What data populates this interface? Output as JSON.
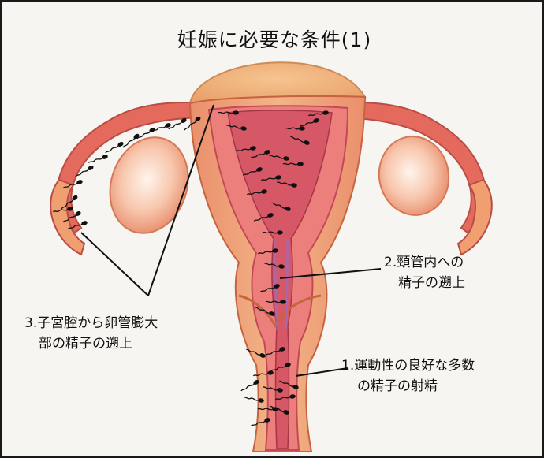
{
  "title": "妊娠に必要な条件(1)",
  "labels": {
    "label_1": {
      "line1": "1.運動性の良好な多数",
      "line2": "の精子の射精"
    },
    "label_2": {
      "line1": "2.頸管内への",
      "line2": "精子の遡上"
    },
    "label_3": {
      "line1": "3.子宮腔から卵管膨大",
      "line2": "部の精子の遡上"
    }
  },
  "colors": {
    "background": "#f6f5f1",
    "uterus_outer": "#e8a070",
    "uterus_wall": "#e8757a",
    "cavity": "#c94a5c",
    "fundus": "#eeb07a",
    "ovary": "#f2a98a",
    "sperm": "#111111",
    "leader_line": "#111111"
  }
}
